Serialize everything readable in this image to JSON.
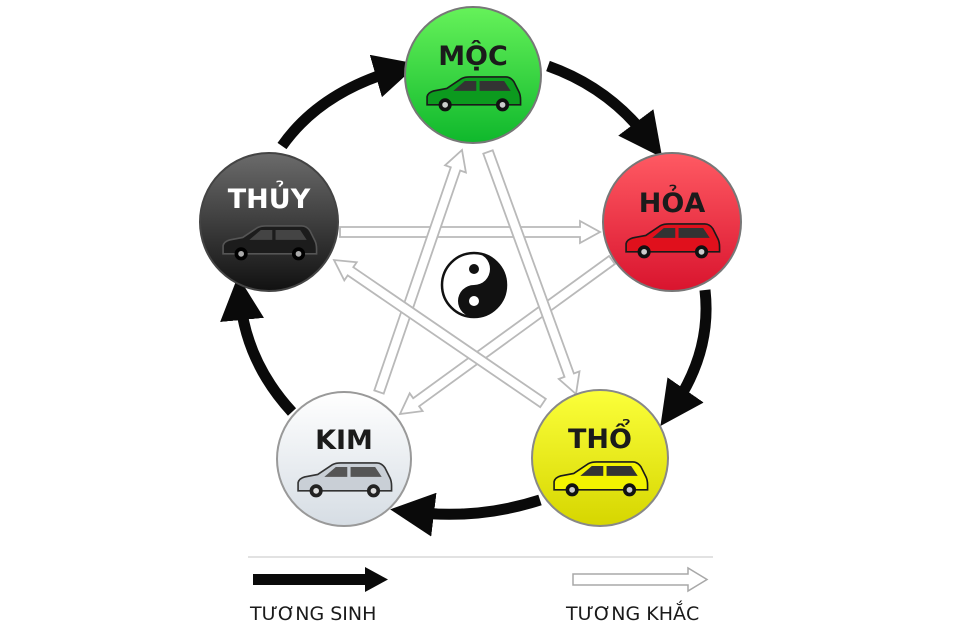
{
  "elements": {
    "moc": {
      "label": "MỘC",
      "color_top": "#66f25a",
      "color_bottom": "#0fb82c",
      "text_color": "#1b1b1b"
    },
    "hoa": {
      "label": "HỎA",
      "color_top": "#ff5a63",
      "color_bottom": "#d9142e",
      "text_color": "#1b1b1b"
    },
    "tho": {
      "label": "THỔ",
      "color_top": "#fbff3a",
      "color_bottom": "#d6d600",
      "text_color": "#1b1b1b"
    },
    "kim": {
      "label": "KIM",
      "color_top": "#ffffff",
      "color_bottom": "#d6dde4",
      "text_color": "#1b1b1b"
    },
    "thuy": {
      "label": "THỦY",
      "color_top": "#6b6b6b",
      "color_bottom": "#111111",
      "text_color": "#ffffff"
    }
  },
  "legend": {
    "generating": "TƯƠNG SINH",
    "overcoming": "TƯƠNG KHẮC"
  },
  "colors": {
    "generating_arrow": "#0a0a0a",
    "overcoming_arrow_outline": "#b9b9b9",
    "overcoming_arrow_fill": "#ffffff",
    "divider": "#d8d8d8"
  },
  "center_icon": "yin-yang-icon"
}
